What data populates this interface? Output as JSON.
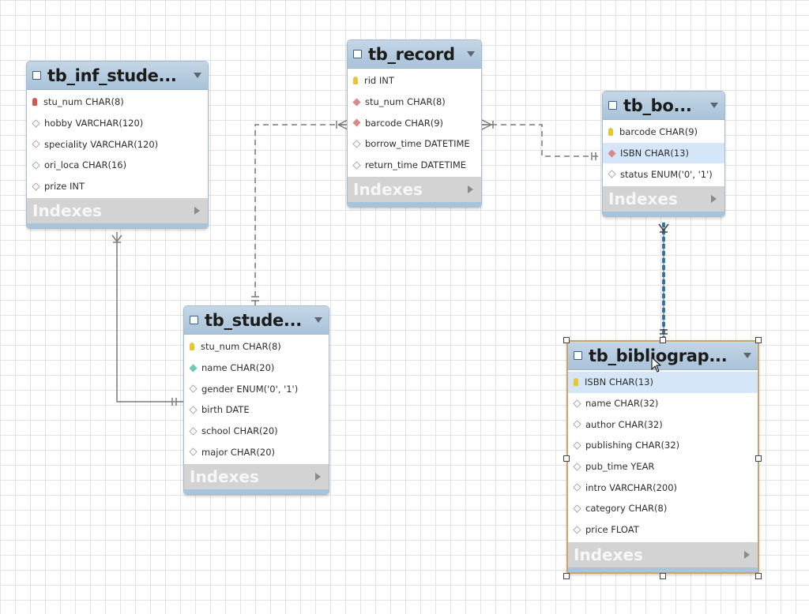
{
  "tables": [
    {
      "name": "tb_inf_stude...",
      "columns": [
        {
          "text": "stu_num CHAR(8)",
          "icon": "pkred"
        },
        {
          "text": "hobby VARCHAR(120)",
          "icon": "nul"
        },
        {
          "text": "speciality VARCHAR(120)",
          "icon": "nul"
        },
        {
          "text": "ori_loca CHAR(16)",
          "icon": "nul"
        },
        {
          "text": "prize INT",
          "icon": "nul"
        }
      ],
      "indexes_label": "Indexes"
    },
    {
      "name": "tb_record",
      "columns": [
        {
          "text": "rid INT",
          "icon": "pk"
        },
        {
          "text": "stu_num CHAR(8)",
          "icon": "fk"
        },
        {
          "text": "barcode CHAR(9)",
          "icon": "fk"
        },
        {
          "text": "borrow_time DATETIME",
          "icon": "nul"
        },
        {
          "text": "return_time DATETIME",
          "icon": "nul"
        }
      ],
      "indexes_label": "Indexes"
    },
    {
      "name": "tb_bo...",
      "columns": [
        {
          "text": "barcode CHAR(9)",
          "icon": "pk"
        },
        {
          "text": "ISBN CHAR(13)",
          "icon": "fk",
          "selected": true
        },
        {
          "text": "status ENUM('0', '1')",
          "icon": "nul"
        }
      ],
      "indexes_label": "Indexes"
    },
    {
      "name": "tb_stude...",
      "columns": [
        {
          "text": "stu_num CHAR(8)",
          "icon": "pk"
        },
        {
          "text": "name CHAR(20)",
          "icon": "nn"
        },
        {
          "text": "gender ENUM('0', '1')",
          "icon": "nul"
        },
        {
          "text": "birth DATE",
          "icon": "nul"
        },
        {
          "text": "school CHAR(20)",
          "icon": "nul"
        },
        {
          "text": "major CHAR(20)",
          "icon": "nul"
        }
      ],
      "indexes_label": "Indexes"
    },
    {
      "name": "tb_bibliograp...",
      "columns": [
        {
          "text": "ISBN CHAR(13)",
          "icon": "pk",
          "selected": true
        },
        {
          "text": "name CHAR(32)",
          "icon": "nul"
        },
        {
          "text": "author CHAR(32)",
          "icon": "nul"
        },
        {
          "text": "publishing CHAR(32)",
          "icon": "nul"
        },
        {
          "text": "pub_time YEAR",
          "icon": "nul"
        },
        {
          "text": "intro VARCHAR(200)",
          "icon": "nul"
        },
        {
          "text": "category CHAR(8)",
          "icon": "nul"
        },
        {
          "text": "price FLOAT",
          "icon": "nul"
        }
      ],
      "indexes_label": "Indexes"
    }
  ],
  "colors": {
    "header": "#a9c3d9",
    "grid": "#e3e3e3",
    "selection_border": "#c9a570",
    "selected_row": "#d4e6f7",
    "relation_line": "#7a7a7a",
    "highlight_line": "#2f7fc1"
  }
}
